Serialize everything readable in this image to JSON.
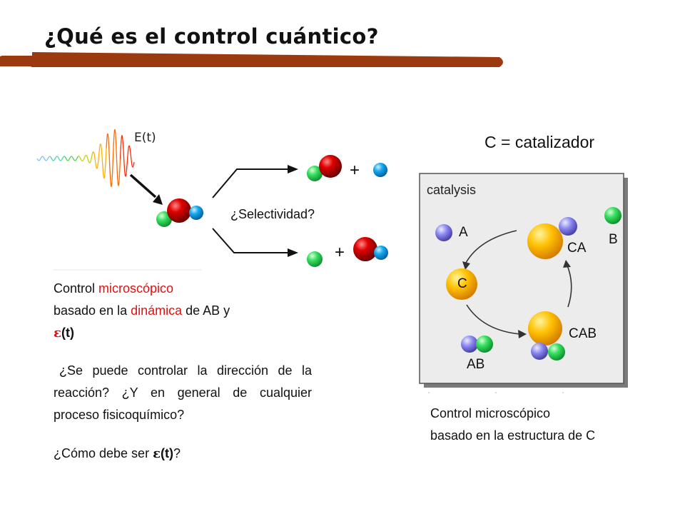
{
  "slide": {
    "title": "¿Qué es el control cuántico?",
    "accent_color": "#9b3a10"
  },
  "pulse": {
    "label": "E(t)"
  },
  "reaction": {
    "plus_top": "+",
    "plus_bottom": "+",
    "question": "¿Selectividad?"
  },
  "left_text": {
    "line1_prefix": "Control ",
    "line1_highlight": "microscópico",
    "line2_prefix": "basado en la ",
    "line2_highlight": "dinámica",
    "line2_suffix": " de AB y",
    "line3_symbol": "ε",
    "line3_suffix": "(t)",
    "para2": "¿Se puede controlar la dirección de la reacción? ¿Y en general de cualquier proceso fisicoquímico?",
    "para3_prefix": "¿Cómo debe ser ",
    "para3_symbol": "ε",
    "para3_bold": "(t)",
    "para3_suffix": "?"
  },
  "catalyst": {
    "heading": "C = catalizador",
    "panel_title": "catalysis",
    "label_A": "A",
    "label_B": "B",
    "label_C": "C",
    "label_CA": "CA",
    "label_CAB": "CAB",
    "label_AB": "AB",
    "caption_line1": "Control microscópico",
    "caption_line2": "basado en la estructura de C"
  }
}
